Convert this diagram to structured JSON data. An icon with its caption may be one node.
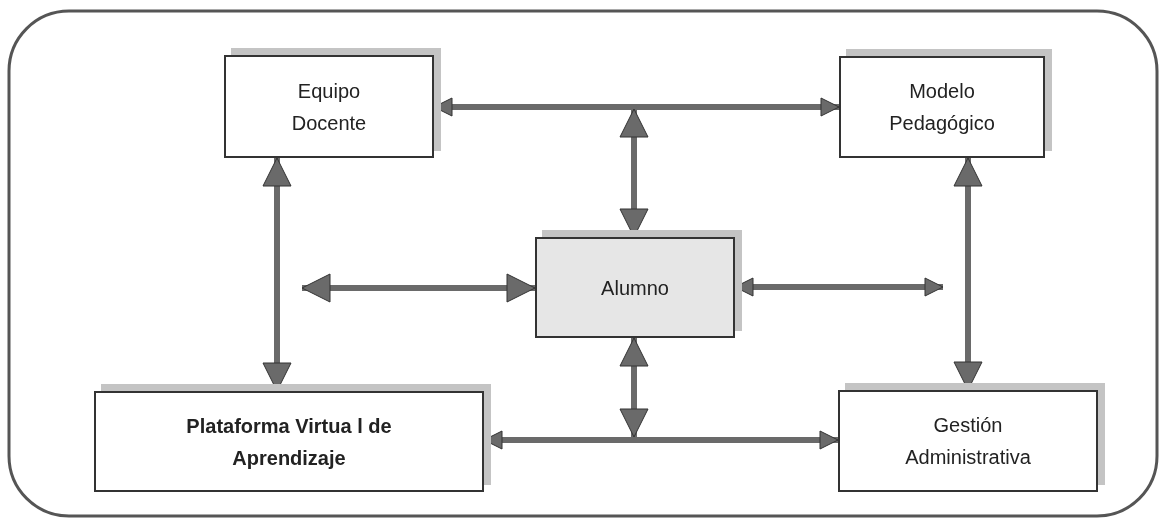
{
  "diagram": {
    "nodes": [
      {
        "text": [
          "Equipo Docente"
        ]
      },
      {
        "text": [
          "Modelo Pedagógico"
        ]
      },
      {
        "text": [
          "Alumno"
        ]
      },
      {
        "text": [
          "Plataforma Virtua l de Aprendizaje"
        ]
      },
      {
        "text": [
          "Gestión Administrativa"
        ]
      }
    ],
    "edges": [
      {
        "from": 0,
        "to": 1,
        "arrow": "both"
      },
      {
        "from": null,
        "to": 2,
        "arrow": "both"
      },
      {
        "from": 0,
        "to": 3,
        "arrow": "both"
      },
      {
        "from": null,
        "to": 2,
        "arrow": "both"
      },
      {
        "from": 2,
        "to": null,
        "arrow": "both"
      },
      {
        "from": 1,
        "to": 4,
        "arrow": "both"
      },
      {
        "from": 2,
        "to": null,
        "arrow": "both"
      },
      {
        "from": 3,
        "to": 4,
        "arrow": "both"
      }
    ]
  }
}
